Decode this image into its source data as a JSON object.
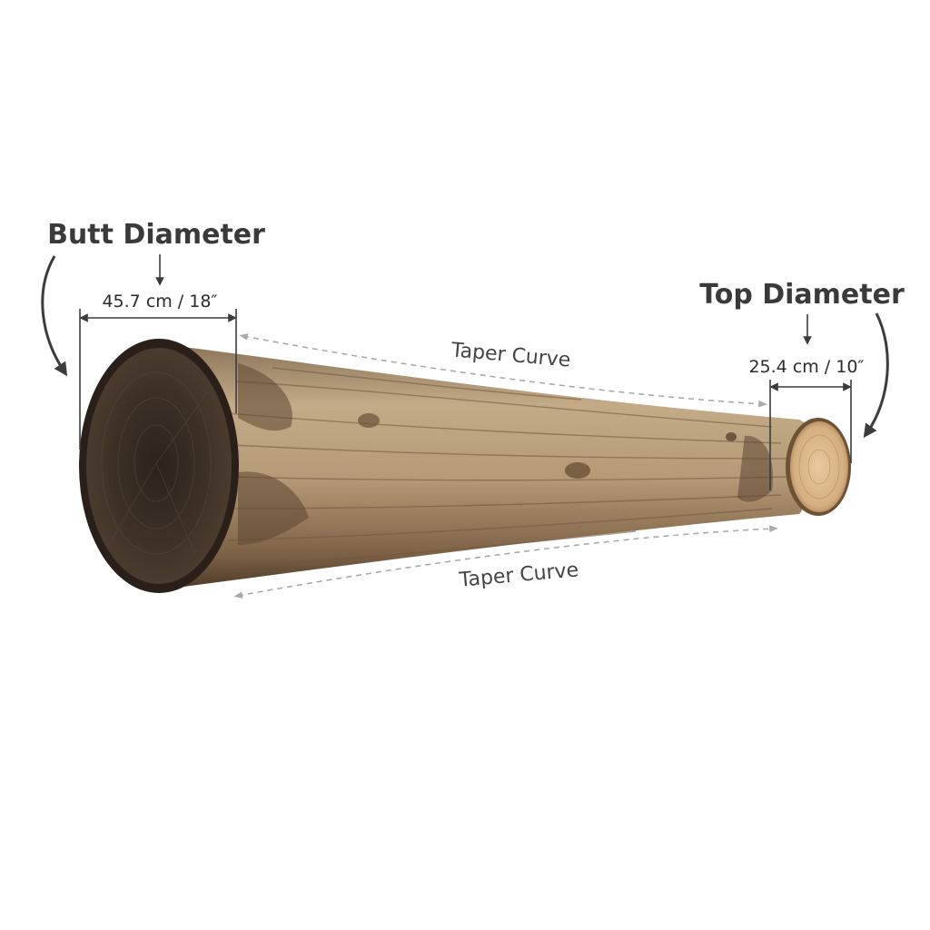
{
  "labels": {
    "butt_diameter": "Butt Diameter",
    "butt_measure": "45.7 cm / 18″",
    "top_diameter": "Top Diameter",
    "top_measure": "25.4 cm / 10″",
    "taper_curve_upper": "Taper Curve",
    "taper_curve_lower": "Taper Curve"
  },
  "colors": {
    "text_dark": "#3a3a3a",
    "dimension_line": "#3c3c3c",
    "dashed_line": "#aaaaaa",
    "bark_light": "#b79d7b",
    "bark_dark": "#5a4430",
    "butt_face": "#3a2f25",
    "top_face": "#d8b68a"
  },
  "icons": {
    "butt_curved_arrow": "curved-arrow-down-icon",
    "top_curved_arrow": "curved-arrow-down-icon",
    "butt_down_arrow": "arrow-down-icon",
    "top_down_arrow": "arrow-down-icon"
  }
}
